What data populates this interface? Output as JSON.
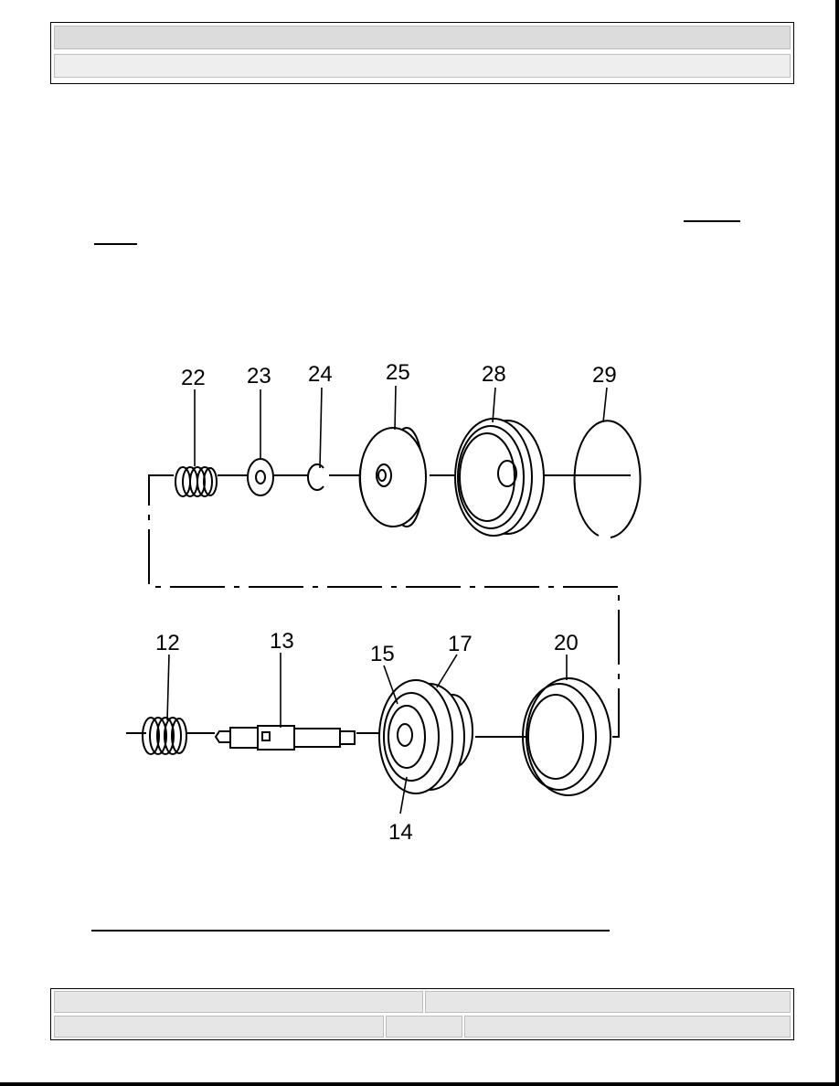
{
  "header": {
    "line1": "",
    "line2": ""
  },
  "figure": {
    "callouts": {
      "c22": "22",
      "c23": "23",
      "c24": "24",
      "c25": "25",
      "c28": "28",
      "c29": "29",
      "c12": "12",
      "c13": "13",
      "c15": "15",
      "c17": "17",
      "c20": "20",
      "c14": "14"
    }
  },
  "footer": {
    "cell_a": "",
    "cell_b": "",
    "cell_c": "",
    "cell_d": "",
    "cell_e": ""
  }
}
